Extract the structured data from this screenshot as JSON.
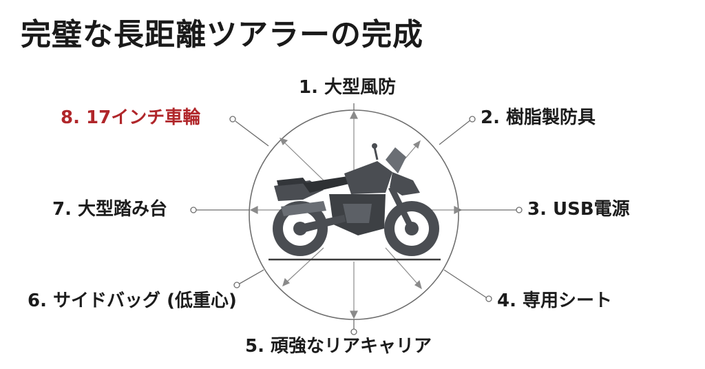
{
  "title": "完璧な長距離ツアラーの完成",
  "features": [
    {
      "id": "1",
      "label": "1. 大型風防"
    },
    {
      "id": "2",
      "label": "2. 樹脂製防具"
    },
    {
      "id": "3",
      "label": "3. USB電源"
    },
    {
      "id": "4",
      "label": "4. 専用シート"
    },
    {
      "id": "5",
      "label": "5. 頑強なリアキャリア"
    },
    {
      "id": "6",
      "label": "6. サイドバッグ (低重心)"
    },
    {
      "id": "7",
      "label": "7. 大型踏み台"
    },
    {
      "id": "8",
      "label": "8. 17インチ車輪"
    }
  ],
  "colors": {
    "text": "#1c1c1c",
    "highlight": "#b0262a",
    "line": "#6e6e6e",
    "motorcycle": "#4a4d52"
  },
  "icons": {
    "center": "adventure-motorcycle-icon"
  }
}
